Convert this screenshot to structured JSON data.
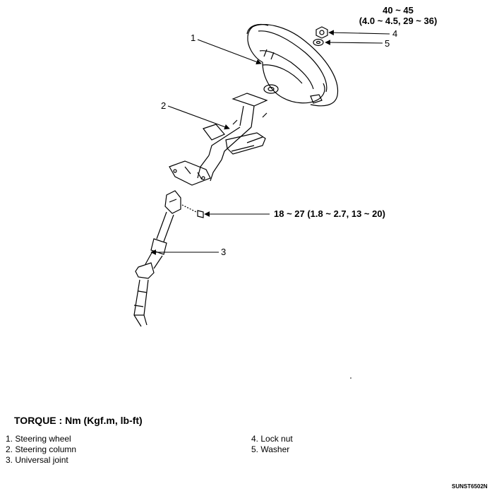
{
  "callouts": {
    "c1": "1",
    "c2": "2",
    "c3": "3",
    "c4": "4",
    "c5": "5"
  },
  "torque_specs": {
    "top_line1": "40 ~ 45",
    "top_line2": "(4.0 ~ 4.5, 29 ~ 36)",
    "mid": "18 ~ 27 (1.8 ~ 2.7, 13 ~ 20)"
  },
  "torque_title": "TORQUE : Nm (Kgf.m, lb-ft)",
  "legend": {
    "left": [
      "1. Steering wheel",
      "2. Steering column",
      "3. Universal joint"
    ],
    "right": [
      "4. Lock nut",
      "5. Washer"
    ]
  },
  "figure_code": "SUNST6502N"
}
